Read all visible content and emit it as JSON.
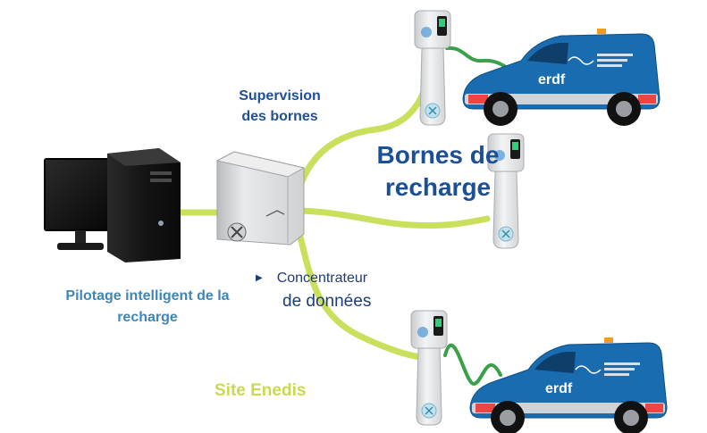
{
  "labels": {
    "supervision": "Supervision des bornes",
    "bornes": "Bornes de recharge",
    "pilotage": "Pilotage intelligent de la recharge",
    "concentrateur": "Concentrateur",
    "donnees": "de données",
    "site": "Site Enedis"
  },
  "van_brand": "erdf",
  "colors": {
    "cable": "#c9e05c",
    "ev_cable": "#3aa04a",
    "van_body": "#1a6cb0",
    "title_blue": "#1b4f96",
    "label_light_blue": "#3f86b8",
    "site_green": "#c5dc4e"
  },
  "icons": [
    "computer-monitor",
    "computer-tower",
    "concentrator-box",
    "charging-station",
    "utility-van"
  ]
}
